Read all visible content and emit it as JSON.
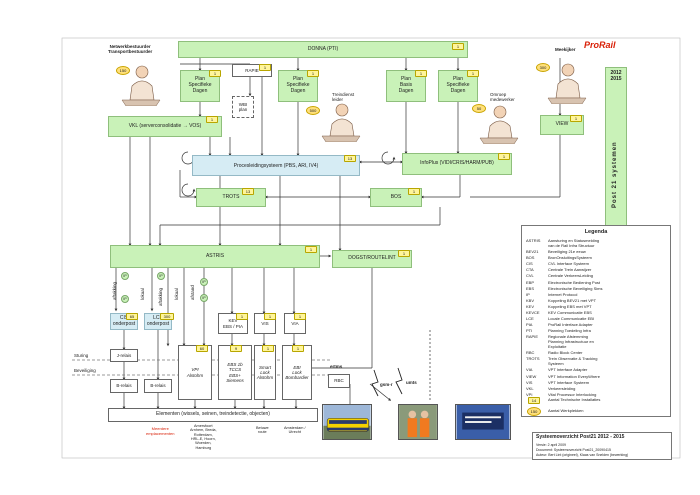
{
  "brand": {
    "logo_text": "ProRail",
    "logo_color": "#d81e05"
  },
  "side_label": {
    "years": "2012\n2015",
    "text": "Post 21 systemen"
  },
  "roles": {
    "network": "Netwerkbestuurder\nTransportbestuurder",
    "meekijker": "Meekijker",
    "treindienstleider": "Treindienst\nleider",
    "omroep": "Omroep\nmedewerker"
  },
  "systems": {
    "donna": "DONNA (PTI)",
    "rapie": "RAPIE",
    "wbi": "WBI\nplan",
    "psd1": "Plan\nSpecifieke\nDagen",
    "psd2": "Plan\nSpecifieke\nDagen",
    "pbd": "Plan\nBasis\nDagen",
    "psd3": "Plan\nSpecifieke\nDagen",
    "vkl": "VKL (serverconsolidatie →  VOS)",
    "view": "VIEW",
    "procesleiding": "Procesleidingsysteem (PBS, ARI, IV4)",
    "infoplus": "InfoPlus (VIDI/CRIS/HARM/PUB)",
    "trots": "TROTS",
    "bos": "BOS",
    "astris": "ASTRIS",
    "dogst": "DOGST/ROUTELINT",
    "cis": "CIS\nonderpost",
    "lce": "LCE\nonderpost",
    "kev": "KEV\nEBS / PIA",
    "vis": "VIS",
    "via": "VIA",
    "vpi": "VPI\nAlstohm",
    "ebs": "EBS 1b\nTCCS\nEBS+\nSiemens",
    "smartlock": "Smart\nLock\nAlstohm",
    "ebi": "EBI\nLock\nBombardier",
    "jrelais": "J-relais",
    "brelais1": "B-relais",
    "brelais2": "B-relais",
    "rbc": "RBC",
    "elementen": "Elementen (wissels, seinen, treindetectie, objecten)"
  },
  "labels": {
    "sturing": "Sturing",
    "beveiliging": "Beveiliging",
    "ertms": "ertms",
    "gsmr": "gsm-r",
    "umts": "umts",
    "aftakking": "aftakking",
    "lokaal": "lokaal",
    "afstand": "afstand",
    "ip": "IP",
    "note_left": "Meerdere\nemplacementen",
    "note_vpi": "Amersfoort\nArnhem, Breda,\nRotterdam,\nHRL-E, Hoorn,\nWoerden,\nHamburg",
    "note_betuwe": "Betuwe\nroute",
    "note_asd": "Amsterdam /\nUtrecht"
  },
  "badges": {
    "donna": "1",
    "rapie": "1",
    "psd1": "1",
    "psd2": "1",
    "pbd": "1",
    "psd3": "1",
    "vkl": "1",
    "view": "1",
    "procesleiding": "13",
    "infoplus": "1",
    "trots": "13",
    "bos": "1",
    "astris": "1",
    "dogst": "1",
    "cis": "65",
    "lce": "300",
    "kev": "1",
    "vis": "1",
    "via": "1",
    "vpi": "60",
    "ebs": "9",
    "smartlock": "1",
    "ebi": "1"
  },
  "counts": {
    "network": "150",
    "meekijker": "300",
    "treindienstleider": "500",
    "omroep": "50"
  },
  "legend": {
    "title": "Legenda",
    "items": [
      {
        "ab": "ASTRIS",
        "tx": "Aansturing en Statusmelding\nvan de Rail Infra Structuur"
      },
      {
        "ab": "BEV21",
        "tx": "Beveiliging 21e eeuw"
      },
      {
        "ab": "BOS",
        "tx": "BronOnsluitingsSysteem"
      },
      {
        "ab": "CIS",
        "tx": "CVL Interface Systeem"
      },
      {
        "ab": "CTA",
        "tx": "Centrale Trein Aanwijzer"
      },
      {
        "ab": "CVL",
        "tx": "Centrale VerkeersLeiding"
      },
      {
        "ab": "EBP",
        "tx": "Electronische Bediening Post"
      },
      {
        "ab": "EBS",
        "tx": "Electronische Beveiliging Sims"
      },
      {
        "ab": "IP",
        "tx": "Internet Protocol"
      },
      {
        "ab": "KBV",
        "tx": "Koppeling BEV21 met VPT"
      },
      {
        "ab": "KEV",
        "tx": "Koppeling EBS met VPT"
      },
      {
        "ab": "KEVCE",
        "tx": "KEV Communicatie EBS"
      },
      {
        "ab": "LCE",
        "tx": "Locale Communicatie EBI"
      },
      {
        "ab": "PIA",
        "tx": "ProRail Interface Adapter"
      },
      {
        "ab": "PTI",
        "tx": "Planning Toedeling Infra"
      },
      {
        "ab": "RAPIE",
        "tx": "Regionale Afstemming\nPlanning Infrastructuur en\nExploitatie"
      },
      {
        "ab": "RBC",
        "tx": "Radio Block Center"
      },
      {
        "ab": "TROTS",
        "tx": "Trein Observatie & Tracking\nSysteem"
      },
      {
        "ab": "VIA",
        "tx": "VPT Interface Adapter"
      },
      {
        "ab": "VIEW",
        "tx": "VPT Information EveryWhere"
      },
      {
        "ab": "VIS",
        "tx": "VPT Interface Systeem"
      },
      {
        "ab": "VKL",
        "tx": "Verkeersleiding"
      },
      {
        "ab": "VPI",
        "tx": "Vital Processor Interlocking"
      }
    ],
    "key_installaties_num": "14",
    "key_installaties": "Aantal Technische Installaties",
    "key_werkplekken_num": "150",
    "key_werkplekken": "Aantal Werkplekken"
  },
  "footer": {
    "title": "Systeemoverzicht Post21 2012 - 2015",
    "line1": "Versie: 2 april 2009",
    "line2": "Document: Systeemoverzicht Post21_20090415",
    "line3": "Auteur: Bert Lint (origineel), Klaas van Snelden (bewerking)"
  },
  "colors": {
    "green": "#c9f2b8",
    "blue": "#d6ecf4",
    "badge": "#fff59a",
    "line": "#333333"
  }
}
